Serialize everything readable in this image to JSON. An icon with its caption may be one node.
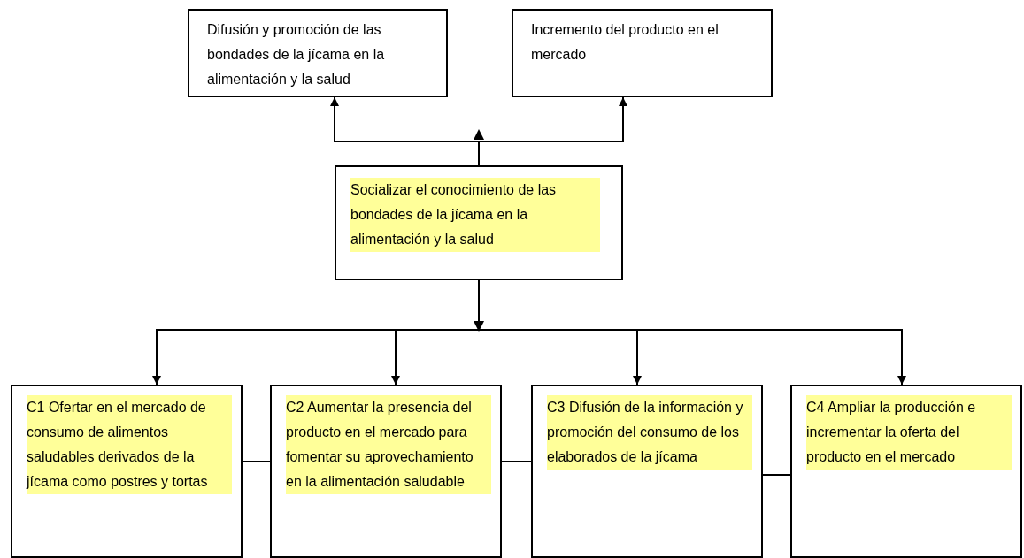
{
  "diagram": {
    "nodes": [
      {
        "text": [
          "Difusión y promoción de las bondades de la jícama en la alimentación y la salud"
        ]
      },
      {
        "text": [
          "Incremento del producto en el mercado"
        ]
      },
      {
        "text": [
          "Socializar el conocimiento de las bondades de la jícama en la alimentación y la salud"
        ]
      },
      {
        "text": [
          "C1 Ofertar en el mercado de consumo de alimentos saludables derivados de la jícama como postres y tortas"
        ]
      },
      {
        "text": [
          "C2 Aumentar la presencia del producto en el mercado para fomentar su aprovechamiento en la alimentación saludable"
        ]
      },
      {
        "text": [
          "C3 Difusión de la información y promoción del consumo de los elaborados de la jícama"
        ]
      },
      {
        "text": [
          "C4 Ampliar la producción e incrementar la oferta del producto en el mercado"
        ]
      }
    ],
    "edges": [
      {
        "from": 2,
        "to": 0,
        "arrow": "to"
      },
      {
        "from": 2,
        "to": 1,
        "arrow": "to"
      },
      {
        "from": 2,
        "to": 3,
        "arrow": "to"
      },
      {
        "from": 2,
        "to": 4,
        "arrow": "to"
      },
      {
        "from": 2,
        "to": 5,
        "arrow": "to"
      },
      {
        "from": 2,
        "to": 6,
        "arrow": "to"
      },
      {
        "from": 3,
        "to": 4,
        "arrow": "none"
      },
      {
        "from": 4,
        "to": 5,
        "arrow": "none"
      },
      {
        "from": 5,
        "to": 6,
        "arrow": "none"
      }
    ]
  }
}
